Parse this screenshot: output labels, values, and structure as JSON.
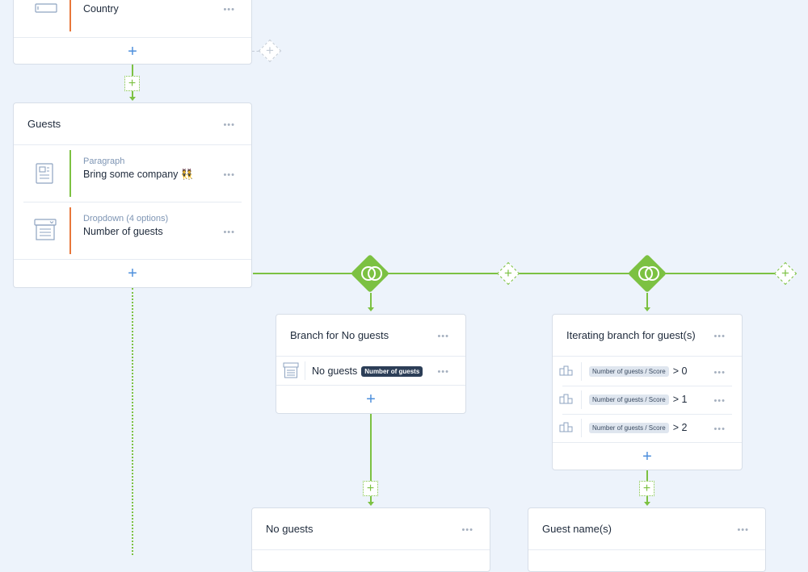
{
  "colors": {
    "green": "#7cc142",
    "orange": "#e8773a",
    "blue": "#4d8fdc",
    "background": "#edf3fb"
  },
  "country_card": {
    "field_label": "Country",
    "add_icon": "plus-icon"
  },
  "guests_card": {
    "title": "Guests",
    "fields": [
      {
        "type": "Paragraph",
        "label": "Bring some company 👯",
        "icon": "paragraph-icon"
      },
      {
        "type": "Dropdown (4 options)",
        "label": "Number of guests",
        "icon": "dropdown-icon"
      }
    ]
  },
  "branch_no_guests": {
    "title": "Branch for No guests",
    "condition": {
      "label": "No guests",
      "badge": "Number of guests"
    }
  },
  "iterating_branch": {
    "title": "Iterating branch for guest(s)",
    "conditions": [
      {
        "badge": "Number of guests / Score",
        "operator": "> 0"
      },
      {
        "badge": "Number of guests / Score",
        "operator": "> 1"
      },
      {
        "badge": "Number of guests / Score",
        "operator": "> 2"
      }
    ]
  },
  "no_guests_card": {
    "title": "No guests"
  },
  "guest_names_card": {
    "title": "Guest name(s)"
  },
  "more_icon": "more-horizontal-icon",
  "branch_icon": "branch-circles-icon"
}
